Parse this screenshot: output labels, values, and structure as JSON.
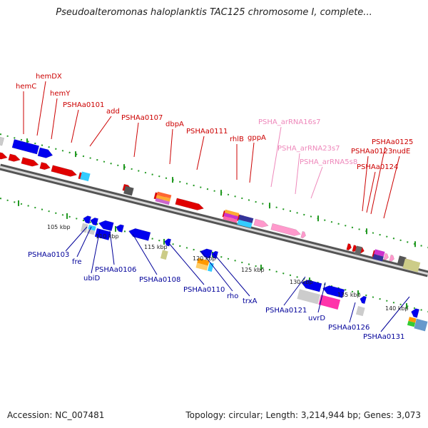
{
  "title": "Pseudoalteromonas haloplanktis TAC125 chromosome I, complete...",
  "accession": "Accession: NC_007481",
  "topology": "Topology: circular; Length: 3,214,944 bp; Genes: 3,073",
  "colors": {
    "forward_label": "#cc0000",
    "reverse_label": "#000099",
    "rna_label": "#ee88bb",
    "backbone": "#999999",
    "tick": "#229922"
  },
  "forward_labels": [
    "hemC",
    "hemDX",
    "hemY",
    "PSHAa0101",
    "add",
    "PSHAa0107",
    "dbpA",
    "PSHAa0111",
    "rhlB",
    "gppA",
    "PSHAa0123",
    "PSHAa0124",
    "PSHAa0125",
    "nudE"
  ],
  "rna_labels": [
    "PSHA_arRNA16s7",
    "PSHA_arRNA23s7",
    "PSHA_arRNA5s8"
  ],
  "reverse_labels": [
    "PSHAa0103",
    "fre",
    "ubiD",
    "PSHAa0106",
    "PSHAa0108",
    "PSHAa0110",
    "rho",
    "trxA",
    "PSHAa0121",
    "uvrD",
    "PSHAa0126",
    "PSHAa0131"
  ],
  "scale_labels": [
    "105 kbp",
    "110 kbp",
    "115 kbp",
    "120 kbp",
    "125 kbp",
    "130 kbp",
    "135 kbp",
    "140 kbp"
  ]
}
